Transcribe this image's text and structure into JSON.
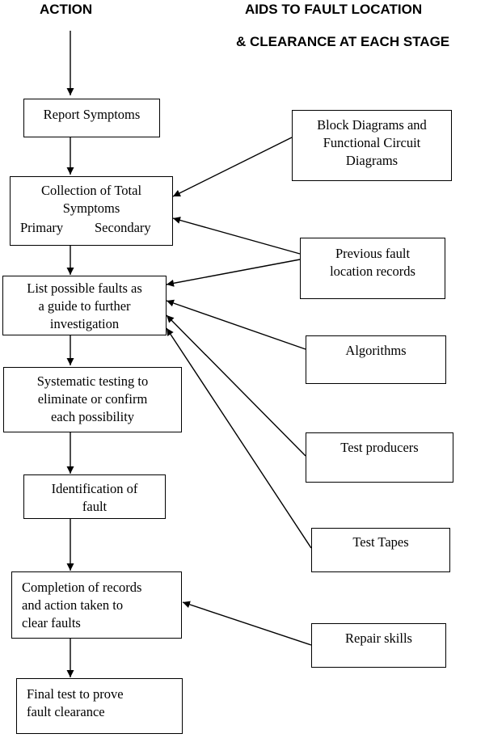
{
  "headers": {
    "action": "ACTION",
    "aids_line1": "AIDS TO FAULT LOCATION",
    "aids_line2": "& CLEARANCE AT EACH STAGE"
  },
  "action_steps": [
    {
      "lines": [
        "Report Symptoms"
      ]
    },
    {
      "lines": [
        "Collection of Total",
        "Symptoms"
      ],
      "sub": [
        "Primary",
        "Secondary"
      ]
    },
    {
      "lines": [
        "List possible faults as",
        "a guide to further",
        "investigation"
      ]
    },
    {
      "lines": [
        "Systematic testing to",
        "eliminate or confirm",
        "each possibility"
      ]
    },
    {
      "lines": [
        "Identification of",
        "fault"
      ]
    },
    {
      "lines": [
        "Completion of records",
        "and action taken to",
        "clear faults"
      ]
    },
    {
      "lines": [
        "Final test to prove",
        "fault clearance"
      ]
    }
  ],
  "aids": [
    {
      "lines": [
        "Block Diagrams and",
        "Functional Circuit",
        "Diagrams"
      ]
    },
    {
      "lines": [
        "Previous fault",
        "location records"
      ]
    },
    {
      "lines": [
        "Algorithms"
      ]
    },
    {
      "lines": [
        "Test producers"
      ]
    },
    {
      "lines": [
        "Test Tapes"
      ]
    },
    {
      "lines": [
        "Repair skills"
      ]
    }
  ]
}
